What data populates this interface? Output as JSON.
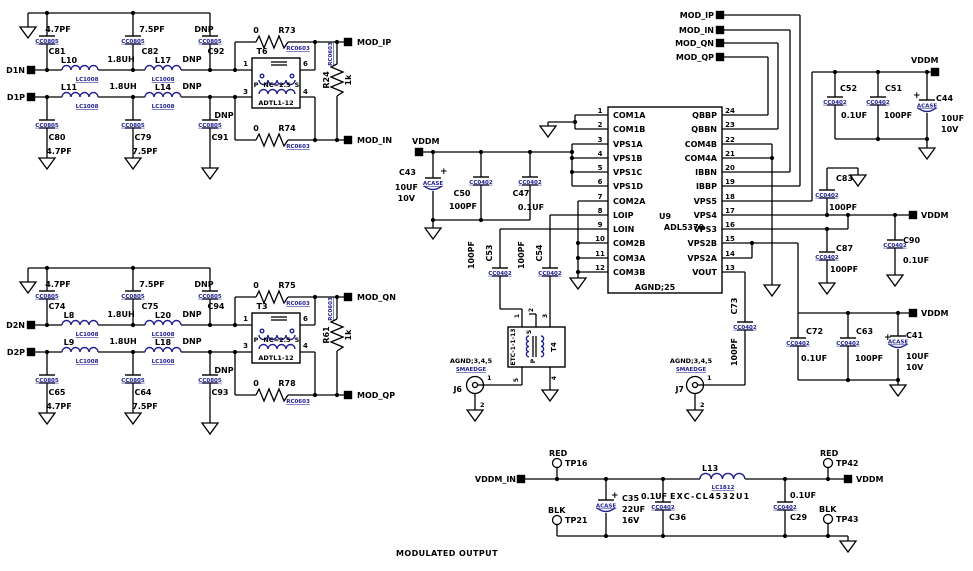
{
  "note": "MODULATED OUTPUT",
  "plus": "+",
  "colors": {
    "wire": "#000000",
    "blue": "#202090"
  },
  "nets": {
    "d1n": "D1N",
    "d1p": "D1P",
    "d2n": "D2N",
    "d2p": "D2P",
    "mod_ip": "MOD_IP",
    "mod_in": "MOD_IN",
    "mod_qn": "MOD_QN",
    "mod_qp": "MOD_QP",
    "vddm": "VDDM",
    "vddm_in": "VDDM_IN"
  },
  "fp": {
    "cc0805": "CC0805",
    "cc0402": "CC0402",
    "lc1008": "LC1008",
    "lc1812": "LC1812",
    "rc0603": "RC0603",
    "acase": "ACASE",
    "smaedge": "SMAEDGE"
  },
  "ic": {
    "ref": "U9",
    "part": "ADL5370",
    "agnd": "AGND;25",
    "pins_left": [
      {
        "n": "1",
        "name": "COM1A"
      },
      {
        "n": "2",
        "name": "COM1B"
      },
      {
        "n": "3",
        "name": "VPS1A"
      },
      {
        "n": "4",
        "name": "VPS1B"
      },
      {
        "n": "5",
        "name": "VPS1C"
      },
      {
        "n": "6",
        "name": "VPS1D"
      },
      {
        "n": "7",
        "name": "COM2A"
      },
      {
        "n": "8",
        "name": "LOIP"
      },
      {
        "n": "9",
        "name": "LOIN"
      },
      {
        "n": "10",
        "name": "COM2B"
      },
      {
        "n": "11",
        "name": "COM3A"
      },
      {
        "n": "12",
        "name": "COM3B"
      }
    ],
    "pins_right": [
      {
        "n": "24",
        "name": "QBBP"
      },
      {
        "n": "23",
        "name": "QBBN"
      },
      {
        "n": "22",
        "name": "COM4B"
      },
      {
        "n": "21",
        "name": "COM4A"
      },
      {
        "n": "20",
        "name": "IBBN"
      },
      {
        "n": "19",
        "name": "IBBP"
      },
      {
        "n": "18",
        "name": "VPS5"
      },
      {
        "n": "17",
        "name": "VPS4"
      },
      {
        "n": "16",
        "name": "VPS3"
      },
      {
        "n": "15",
        "name": "VPS2B"
      },
      {
        "n": "14",
        "name": "VPS2A"
      },
      {
        "n": "13",
        "name": "VOUT"
      }
    ]
  },
  "xfmr": {
    "t6": "T6",
    "t3": "T3",
    "part": "ADTL1-12",
    "p": "P",
    "s": "S",
    "nc": "NC=2.5",
    "pin1": "1",
    "pin3": "3",
    "pin6": "6",
    "pin4": "4"
  },
  "t4": {
    "ref": "T4",
    "part": "ETC-1-1-13",
    "s": "S",
    "p": "P",
    "p1": "1",
    "p2": "2",
    "p3": "3",
    "p5": "5",
    "p4": "4"
  },
  "j": {
    "j6": "J6",
    "j7": "J7",
    "gnd": "AGND;3,4,5",
    "p1": "1",
    "p2": "2"
  },
  "caps": {
    "c81": {
      "ref": "C81",
      "v": "4.7PF"
    },
    "c82": {
      "ref": "C82",
      "v": "7.5PF"
    },
    "c92": {
      "ref": "C92",
      "v": "DNP"
    },
    "c80": {
      "ref": "C80",
      "v": "4.7PF"
    },
    "c79": {
      "ref": "C79",
      "v": "7.5PF"
    },
    "c91": {
      "ref": "C91",
      "v": "DNP"
    },
    "c74": {
      "ref": "C74",
      "v": "4.7PF"
    },
    "c75": {
      "ref": "C75",
      "v": "7.5PF"
    },
    "c94": {
      "ref": "C94",
      "v": "DNP"
    },
    "c65": {
      "ref": "C65",
      "v": "4.7PF"
    },
    "c64": {
      "ref": "C64",
      "v": "7.5PF"
    },
    "c93": {
      "ref": "C93",
      "v": "DNP"
    },
    "c43": {
      "ref": "C43",
      "v": "10UF",
      "v2": "10V"
    },
    "c50": {
      "ref": "C50",
      "v": "100PF"
    },
    "c47": {
      "ref": "C47",
      "v": "0.1UF"
    },
    "c53": {
      "ref": "C53",
      "v": "100PF"
    },
    "c54": {
      "ref": "C54",
      "v": "100PF"
    },
    "c73": {
      "ref": "C73",
      "v": "100PF"
    },
    "c83": {
      "ref": "C83",
      "v": "100PF"
    },
    "c87": {
      "ref": "C87",
      "v": "100PF"
    },
    "c90": {
      "ref": "C90",
      "v": "0.1UF"
    },
    "c72": {
      "ref": "C72",
      "v": "0.1UF"
    },
    "c63": {
      "ref": "C63",
      "v": "100PF"
    },
    "c41": {
      "ref": "C41",
      "v": "10UF",
      "v2": "10V"
    },
    "c52": {
      "ref": "C52",
      "v": "0.1UF"
    },
    "c51": {
      "ref": "C51",
      "v": "100PF"
    },
    "c44": {
      "ref": "C44",
      "v": "10UF",
      "v2": "10V"
    },
    "c35": {
      "ref": "C35",
      "v": "22UF",
      "v2": "16V"
    },
    "c36": {
      "ref": "C36",
      "v": "0.1UF"
    },
    "c29": {
      "ref": "C29",
      "v": "0.1UF"
    }
  },
  "inds": {
    "l10": {
      "ref": "L10",
      "v": "1.8UH"
    },
    "l17": {
      "ref": "L17",
      "v": "DNP"
    },
    "l11": {
      "ref": "L11",
      "v": "1.8UH"
    },
    "l14": {
      "ref": "L14",
      "v": "DNP"
    },
    "l8": {
      "ref": "L8",
      "v": "1.8UH"
    },
    "l20": {
      "ref": "L20",
      "v": "DNP"
    },
    "l9": {
      "ref": "L9",
      "v": "1.8UH"
    },
    "l18": {
      "ref": "L18",
      "v": "DNP"
    },
    "l13": {
      "ref": "L13",
      "part": "EXC-CL4532U1"
    }
  },
  "res": {
    "r73": {
      "ref": "R73",
      "v": "0"
    },
    "r74": {
      "ref": "R74",
      "v": "0"
    },
    "r24": {
      "ref": "R24",
      "v": "1k"
    },
    "r75": {
      "ref": "R75",
      "v": "0"
    },
    "r78": {
      "ref": "R78",
      "v": "0"
    },
    "r61": {
      "ref": "R61",
      "v": "1k"
    }
  },
  "tps": {
    "tp16": {
      "ref": "TP16",
      "c": "RED"
    },
    "tp21": {
      "ref": "TP21",
      "c": "BLK"
    },
    "tp42": {
      "ref": "TP42",
      "c": "RED"
    },
    "tp43": {
      "ref": "TP43",
      "c": "BLK"
    }
  }
}
